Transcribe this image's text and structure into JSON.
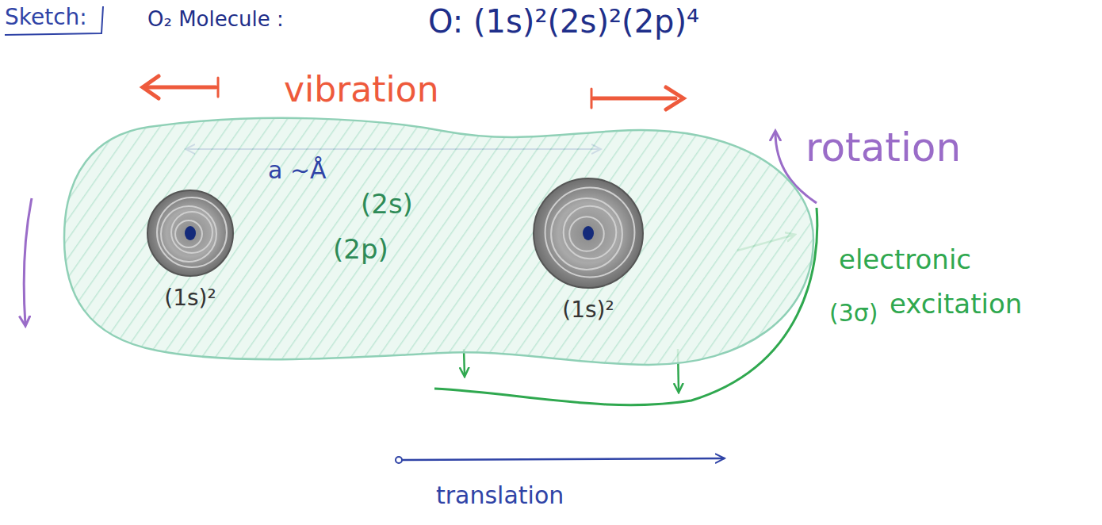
{
  "diagram": {
    "nodes": [
      {
        "text": [
          "(2s)",
          "(2p)"
        ]
      },
      {
        "text": [
          "(1s)²"
        ],
        "in": 0
      },
      {
        "text": [
          "(1s)²"
        ],
        "in": 0
      }
    ],
    "labels": [
      "Sketch:",
      "O₂ Molecule :",
      "O: (1s)²(2s)²(2p)⁴",
      "vibration",
      "a ~Å",
      "rotation",
      "electronic",
      "(3σ)",
      "excitation",
      "translation"
    ]
  }
}
